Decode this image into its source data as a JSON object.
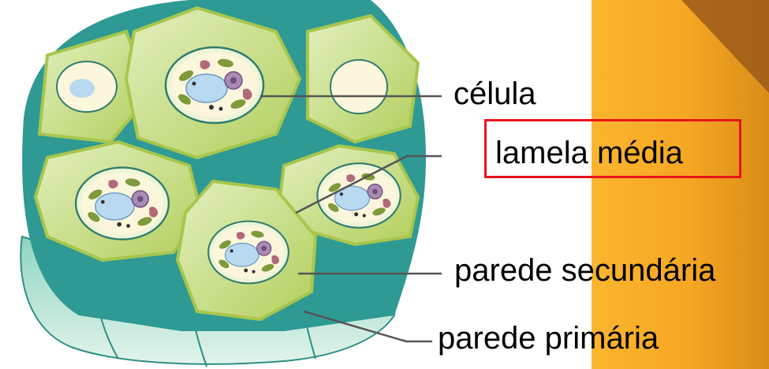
{
  "labels": {
    "celula": "célula",
    "lamela_media": "lamela média",
    "parede_secundaria": "parede secundária",
    "parede_primaria": "parede primária"
  },
  "colors": {
    "background": "#ffffff",
    "orange_panel": "#f7a823",
    "highlight_box": "#e8141b",
    "cell_wall_light": "#dbe9b4",
    "cell_wall_dark": "#a7c64d",
    "lamella": "#2f9a94",
    "base_teal": "#a6dccb",
    "cytoplasm": "#fcf6dc",
    "vacuole": "#b8d9f0",
    "chloroplast": "#7e9a3a",
    "nucleus": "#a98ab4",
    "leader_line": "#555555"
  }
}
